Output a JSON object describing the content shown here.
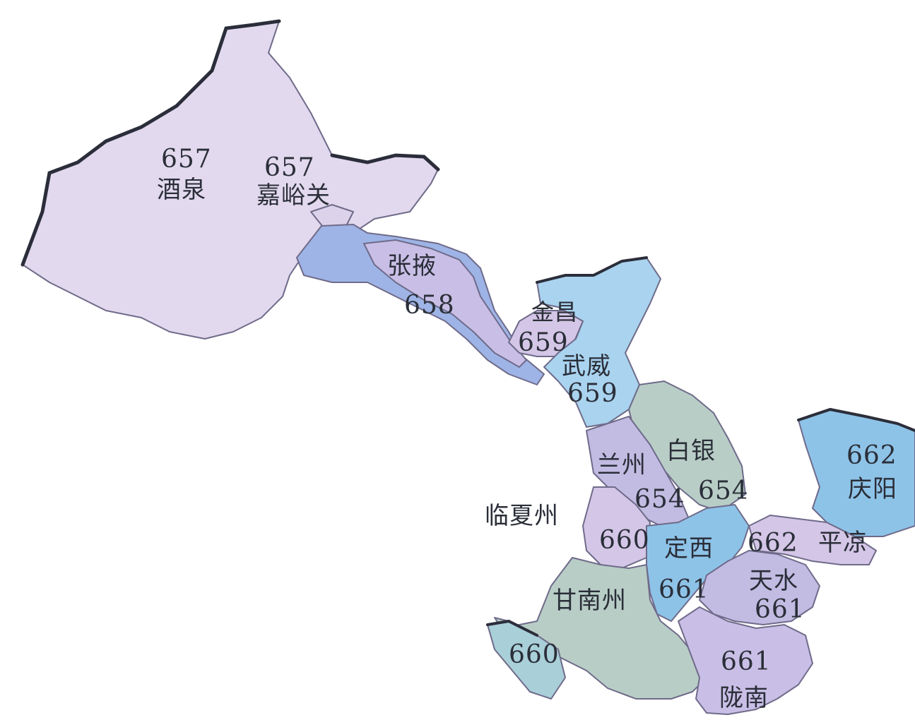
{
  "colors": {
    "purple_light": "#e2d9ee",
    "purple_mid": "#c9bfe6",
    "blue_mid": "#9eb4e6",
    "blue_light": "#a9d3ef",
    "sky": "#8ec3e8",
    "green_gray": "#b8cdc6",
    "lavender": "#c2bbe2",
    "mauve": "#d4c6e6",
    "outline": "#2b2e3a"
  },
  "regions": [
    {
      "key": "jiuquan",
      "name": "酒泉",
      "code": "657"
    },
    {
      "key": "jiayuguan",
      "name": "嘉峪关",
      "code": "657"
    },
    {
      "key": "zhangye",
      "name": "张掖",
      "code": "658"
    },
    {
      "key": "jinchang",
      "name": "金昌",
      "code": "659"
    },
    {
      "key": "wuwei",
      "name": "武威",
      "code": "659"
    },
    {
      "key": "baiyin",
      "name": "白银",
      "code": "654"
    },
    {
      "key": "lanzhou",
      "name": "兰州",
      "code": "654"
    },
    {
      "key": "linxia",
      "name": "临夏州",
      "code": "660"
    },
    {
      "key": "dingxi",
      "name": "定西",
      "code": "661"
    },
    {
      "key": "gannan",
      "name": "甘南州",
      "code": "660"
    },
    {
      "key": "tianshui",
      "name": "天水",
      "code": "661"
    },
    {
      "key": "pingliang",
      "name": "平凉",
      "code": "662"
    },
    {
      "key": "qingyang",
      "name": "庆阳",
      "code": "662"
    },
    {
      "key": "longnan",
      "name": "陇南",
      "code": "661"
    }
  ]
}
